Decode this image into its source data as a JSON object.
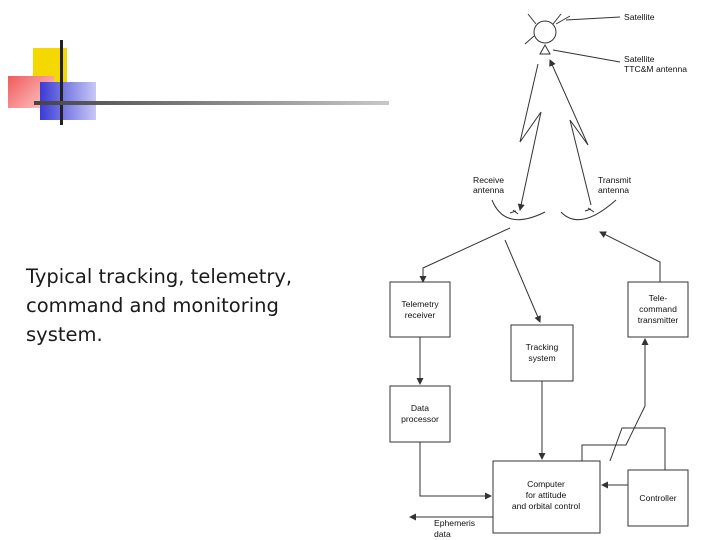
{
  "slide": {
    "caption_lines": [
      "Typical tracking, telemetry,",
      "command and monitoring",
      "system."
    ]
  },
  "diagram": {
    "satellite_label": "Satellite",
    "ttcm_antenna_label": [
      "Satellite",
      "TTC&M antenna"
    ],
    "receive_antenna_label": [
      "Receive",
      "antenna"
    ],
    "transmit_antenna_label": [
      "Transmit",
      "antenna"
    ],
    "telemetry_receiver": [
      "Telemetry",
      "receiver"
    ],
    "telecommand_transmitter": [
      "Tele-",
      "command",
      "transmitter"
    ],
    "tracking_system": [
      "Tracking",
      "system"
    ],
    "data_processor": [
      "Data",
      "processor"
    ],
    "computer": [
      "Computer",
      "for attitude",
      "and orbital control"
    ],
    "controller": [
      "Controller"
    ],
    "ephemeris_data": [
      "Ephemeris",
      "data"
    ]
  },
  "colors": {
    "accent_yellow": "#f5d800",
    "accent_red": "#f05a5a",
    "accent_blue": "#3b3bd6",
    "line_gray": "#a0a0a0"
  }
}
